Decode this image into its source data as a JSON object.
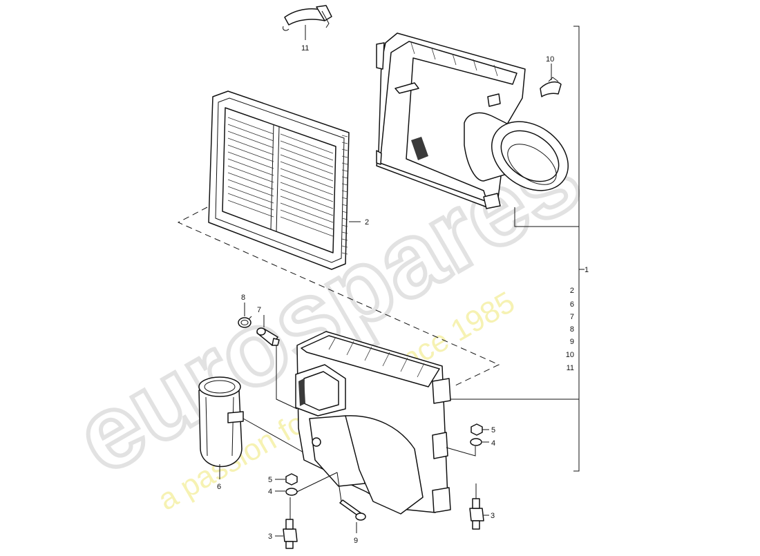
{
  "watermark": {
    "logo": "eurospares",
    "tagline": "a passion for parts since 1985"
  },
  "callouts": {
    "c1": "1",
    "c2": "2",
    "c3a": "3",
    "c3b": "3",
    "c4a": "4",
    "c4b": "4",
    "c5a": "5",
    "c5b": "5",
    "c6": "6",
    "c7": "7",
    "c8": "8",
    "c9": "9",
    "c10": "10",
    "c11": "11"
  },
  "assembly_list": [
    "2",
    "6",
    "7",
    "8",
    "9",
    "10",
    "11"
  ]
}
